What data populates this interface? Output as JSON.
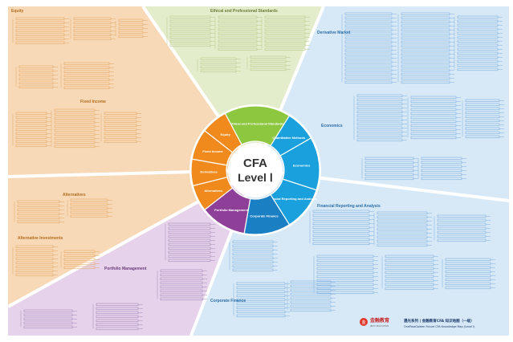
{
  "colors": {
    "orange_bg": "#f7d9b7",
    "green_bg": "#e3eccb",
    "blue_bg": "#d7e8f6",
    "purple_bg": "#e6d2ea",
    "orange_line": "#e4a866",
    "green_line": "#b7c98a",
    "blue_line": "#7fb0de",
    "purple_line": "#a98bbc",
    "wheel_green": "#8dc63f",
    "wheel_blue": "#1aa0dd",
    "wheel_blue_dark": "#1b7fc4",
    "wheel_purple": "#8e3f97",
    "wheel_orange": "#f08a1c",
    "center_text": "#333333"
  },
  "center": {
    "title_line1": "CFA",
    "title_line2": "Level Ⅰ"
  },
  "sectors": {
    "top_left": "Equity",
    "top_center": "Ethical and Professional Standards",
    "right_upper": "Derivative Market",
    "right_middle": "Economics",
    "right_lower": "Financial Reporting and Analysis",
    "left_middle": "Fixed Income",
    "left_lower": "Alternatives",
    "left_bottom": "Alternative Investments",
    "bottom_left": "Portfolio Management",
    "bottom_right": "Corporate Finance"
  },
  "wheel": [
    {
      "name": "wheel-ethics",
      "label": "Ethical and Professional Standards"
    },
    {
      "name": "wheel-quant",
      "label": "Quantitative Methods"
    },
    {
      "name": "wheel-economics",
      "label": "Economics"
    },
    {
      "name": "wheel-fra",
      "label": "Financial Reporting and Analysis"
    },
    {
      "name": "wheel-corporate",
      "label": "Corporate Finance"
    },
    {
      "name": "wheel-portfolio",
      "label": "Portfolio Management"
    },
    {
      "name": "wheel-alternatives",
      "label": "Alternatives"
    },
    {
      "name": "wheel-derivatives",
      "label": "Derivatives"
    },
    {
      "name": "wheel-fixed-income",
      "label": "Fixed Income"
    },
    {
      "name": "wheel-equity",
      "label": "Equity"
    }
  ],
  "brand": {
    "logo_name": "jinyu-logo-icon",
    "company": "金融教育",
    "company_sub": "JINYU EDUCATION",
    "title_cn": "遇光系列 | 金融教育CFA 知识地图（一级）",
    "title_en": "OnePassGolden Future CFA Knowledge Map (Level I)"
  }
}
